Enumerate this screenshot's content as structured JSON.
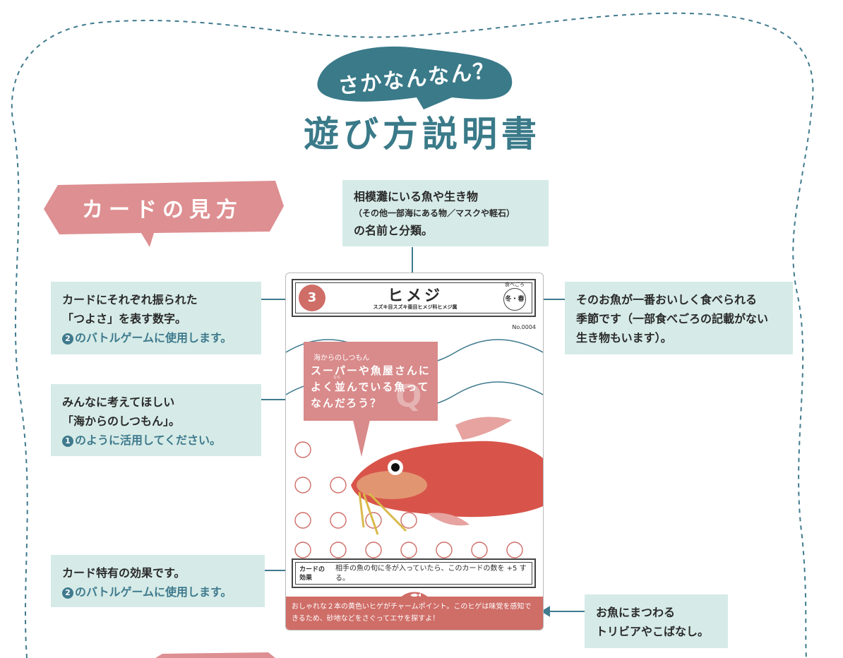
{
  "header": {
    "logo_text": "さかなんなん？",
    "title": "遊び方説明書"
  },
  "section": {
    "label": "カードの見方"
  },
  "callouts": {
    "name": {
      "line1": "相模灘にいる魚や生き物",
      "line2": "（その他一部海にある物／マスクや軽石）",
      "line3": "の名前と分類。"
    },
    "strength": {
      "line1": "カードにそれぞれ振られた",
      "line2": "「つよさ」を表す数字。",
      "badge": "2",
      "line3": "のバトルゲームに使用します。"
    },
    "question": {
      "line1": "みんなに考えてほしい",
      "line2": "「海からのしつもん」。",
      "badge": "1",
      "line3": "のように活用してください。"
    },
    "effect": {
      "line1": "カード特有の効果です。",
      "badge": "2",
      "line2": "のバトルゲームに使用します。"
    },
    "season": {
      "line1": "そのお魚が一番おいしく食べられる",
      "line2": "季節です（一部食べごろの記載がない",
      "line3": "生き物もいます）。"
    },
    "trivia": {
      "line1": "お魚にまつわる",
      "line2": "トリビアやこばなし。"
    }
  },
  "card": {
    "strength": "3",
    "name": "ヒメジ",
    "classification": "スズキ目スズキ亜目ヒメジ科ヒメジ属",
    "season_label": "食べごろ",
    "season": "冬・春",
    "number": "No.0004",
    "question_label": "海からのしつもん",
    "question_line1": "スーパーや魚屋さんに",
    "question_line2": "よく並んでいる魚って",
    "question_line3": "なんだろう？",
    "question_ruby": "なら",
    "effect_label_1": "カードの",
    "effect_label_2": "効果",
    "effect_text": "相手の魚の旬に冬が入っていたら、このカードの数を +5 する。",
    "trivia_text": "おしゃれな２本の黄色いヒゲがチャームポイント。このヒゲは味覚を感知できるため、砂地などをさぐってエサを探すよ！"
  },
  "colors": {
    "teal": "#3a7a89",
    "callout_bg": "#d6ebe7",
    "pink": "#d98a8a",
    "card_red": "#cf6d67"
  }
}
